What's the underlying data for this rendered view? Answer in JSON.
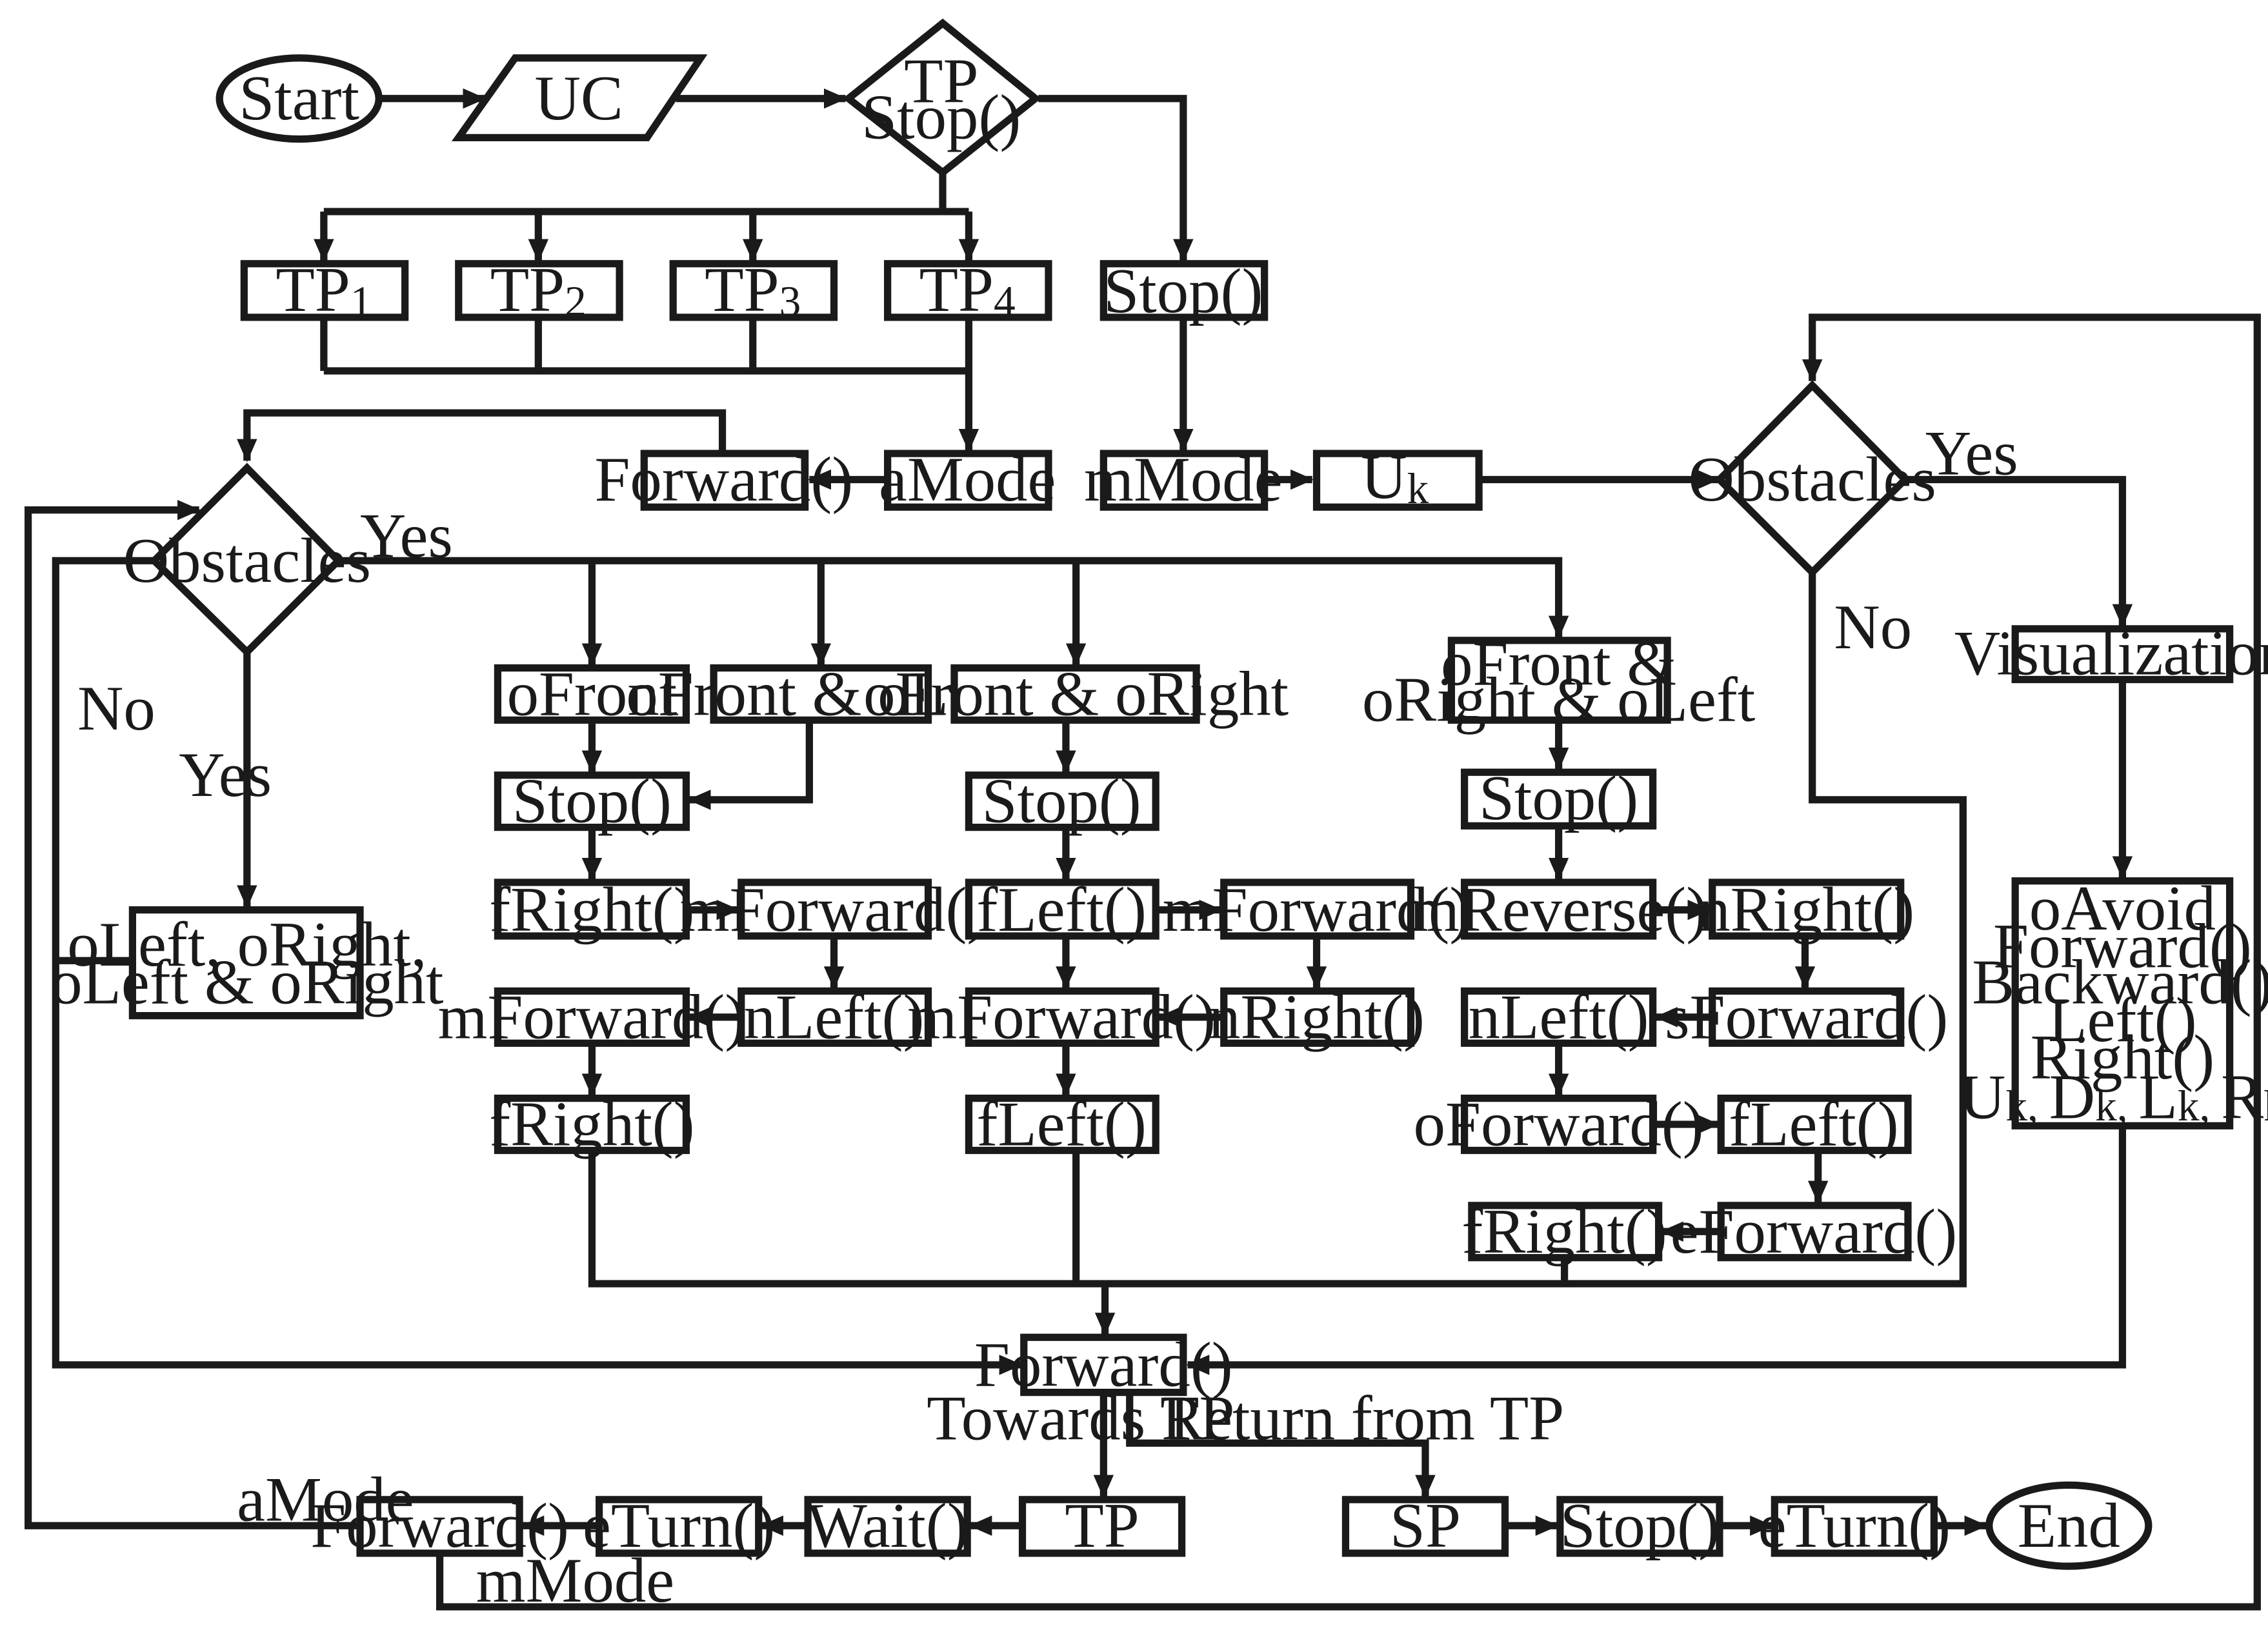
{
  "nodes": {
    "start": "Start",
    "uc": "UC",
    "tp_stop_line1": "TP",
    "tp_stop_line2": "Stop()",
    "tp1_base": "TP",
    "tp1_sub": "1",
    "tp2_base": "TP",
    "tp2_sub": "2",
    "tp3_base": "TP",
    "tp3_sub": "3",
    "tp4_base": "TP",
    "tp4_sub": "4",
    "stop_top": "Stop()",
    "forward_auto": "Forward()",
    "amode": "aMode",
    "mmode": "mMode",
    "uk_base": "U",
    "uk_sub": "k",
    "obstacles_left": "Obstacles",
    "obstacles_right": "Obstacles",
    "visualization": "Visualization",
    "manual_cmds": [
      "oAvoid",
      "Forward()",
      "Backward()",
      "Left()",
      "Right()"
    ],
    "manual_keys": {
      "u": "U",
      "u_sub": "k, ",
      "d": "D",
      "d_sub": "k, ",
      "l": "L",
      "l_sub": "k, ",
      "r": "R",
      "r_sub": "k"
    },
    "side_obstacles_line1": "oLeft, oRight,",
    "side_obstacles_line2": "oLeft & oRight",
    "ofront": "oFront",
    "ofront_oleft": "oFront & oLeft",
    "ofront_oright": "oFront & oRight",
    "ofront_all_line1": "oFront &",
    "ofront_all_line2": "oRight & oLeft",
    "col1": [
      "Stop()",
      "fRight()",
      "mForward()",
      "nLeft()",
      "mForward()",
      "fRight()"
    ],
    "col2": [
      "Stop()",
      "fLeft()",
      "mForward()",
      "nRight()",
      "mForward()",
      "fLeft()"
    ],
    "col3": [
      "Stop()",
      "mReverse()",
      "nRight()",
      "sForward()",
      "nLeft()",
      "oForward()",
      "fLeft()",
      "eForward()",
      "fRight()"
    ],
    "forward_main": "Forward()",
    "bottom_left": [
      "Forward()",
      "eTurn()",
      "Wait()",
      "TP"
    ],
    "bottom_right": [
      "SP",
      "Stop()",
      "eTurn()",
      "End"
    ]
  },
  "edge_labels": {
    "yes_left_right": "Yes",
    "yes_left_down": "Yes",
    "no_left": "No",
    "yes_right": "Yes",
    "no_right": "No",
    "towards_tp": "Towards TP",
    "return_from_tp": "Return from TP",
    "amode_loop": "aMode",
    "mmode_loop": "mMode"
  }
}
